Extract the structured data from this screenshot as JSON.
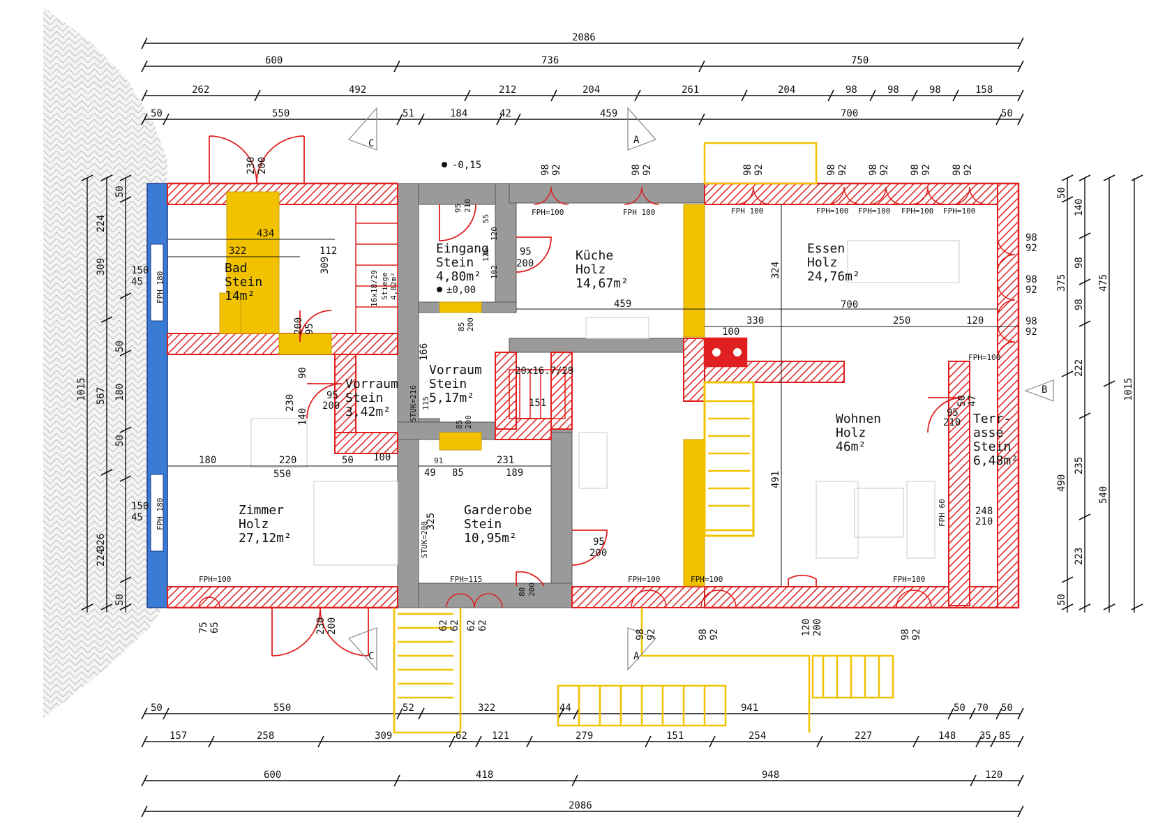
{
  "dimensions": {
    "top_total": "2086",
    "top_row1": [
      "600",
      "736",
      "750"
    ],
    "top_row2": [
      "262",
      "492",
      "212",
      "204",
      "261",
      "204",
      "98",
      "98",
      "98",
      "158"
    ],
    "top_row3": [
      "50",
      "550",
      "51",
      "184",
      "42",
      "459",
      "700",
      "50"
    ],
    "bottom_row1": [
      "50",
      "550",
      "52",
      "322",
      "44",
      "941",
      "50",
      "70",
      "50"
    ],
    "bottom_row2": [
      "157",
      "258",
      "309",
      "62",
      "121",
      "279",
      "151",
      "254",
      "227",
      "148",
      "35",
      "85"
    ],
    "bottom_row3": [
      "600",
      "418",
      "948",
      "120"
    ],
    "bottom_total": "2086",
    "left_outer": "1015",
    "left_mid": [
      "309",
      "567",
      "326"
    ],
    "left_inner": [
      "50",
      "224",
      "50",
      "180",
      "50",
      "224",
      "50"
    ],
    "right_outer": "1015",
    "right_mid": [
      "475",
      "540"
    ],
    "right_inner1": [
      "375",
      "490"
    ],
    "right_inner2": [
      "140",
      "98",
      "98",
      "222",
      "235",
      "223"
    ],
    "right_edge": [
      "50",
      "50"
    ]
  },
  "rooms": [
    {
      "name": "Bad",
      "floor": "Stein",
      "area": "14m²"
    },
    {
      "name": "Eingang",
      "floor": "Stein",
      "area": "4,80m²"
    },
    {
      "name": "Küche",
      "floor": "Holz",
      "area": "14,67m²"
    },
    {
      "name": "Essen",
      "floor": "Holz",
      "area": "24,76m²"
    },
    {
      "name": "Vorraum",
      "floor": "Stein",
      "area": "3,42m²"
    },
    {
      "name": "Vorraum",
      "floor": "Stein",
      "area": "5,17m²"
    },
    {
      "name": "Wohnen",
      "floor": "Holz",
      "area": "46m²"
    },
    {
      "name": "Terr-",
      "floor": "asse",
      "area": "Stein",
      "extra": "6,48m²"
    },
    {
      "name": "Zimmer",
      "floor": "Holz",
      "area": "27,12m²"
    },
    {
      "name": "Garderobe",
      "floor": "Stein",
      "area": "10,95m²"
    }
  ],
  "inner_dims": {
    "bad_434": "434",
    "bad_322": "322",
    "bad_112": "112",
    "bad_309": "309",
    "stiege": "16x18/29",
    "stiege2": "Stiege",
    "stiege3": "4,82m²",
    "kueche_459": "459",
    "essen_324": "324",
    "essen_700": "700",
    "row_330": "330",
    "row_250": "250",
    "row_120": "120",
    "row_100": "100",
    "wohnen_491": "491",
    "zimmer_180": "180",
    "zimmer_220": "220",
    "zimmer_50": "50",
    "zimmer_100": "100",
    "zimmer_550": "550",
    "gard_91": "91",
    "gard_231": "231",
    "gard_49": "49",
    "gard_85": "85",
    "gard_189": "189",
    "gard_325": "325",
    "vor_230": "230",
    "vor_140": "140",
    "vor_90": "90",
    "vor_166": "166",
    "vor_115": "115",
    "vor_151": "151",
    "stair2": "20x16.7/29",
    "terr_47": "47",
    "terr_50": "50",
    "wohn_248": "248",
    "wohn_210": "210"
  },
  "doors": {
    "d_230_200": [
      "230",
      "200"
    ],
    "d_95_210": [
      "95",
      "210"
    ],
    "d_95_200_k": [
      "95",
      "200"
    ],
    "d_55_120": [
      "55",
      "120"
    ],
    "d_125_102": [
      "125",
      "102"
    ],
    "d_85_200": [
      "85",
      "200"
    ],
    "d_95_200_v": [
      "95",
      "200"
    ],
    "d_200_95": [
      "200",
      "95"
    ],
    "d_85_200b": [
      "85",
      "200"
    ],
    "d_95_200_g": [
      "95",
      "200"
    ],
    "d_80_200": [
      "80",
      "200"
    ],
    "d_95_210_t": [
      "95",
      "210"
    ],
    "d_230_200b": [
      "230",
      "200"
    ],
    "d_120_200": [
      "120",
      "200"
    ]
  },
  "windows": {
    "w_98_92": [
      "98",
      "92"
    ],
    "w_75_65": [
      "75",
      "65"
    ],
    "w_62_62": [
      "62",
      "62"
    ],
    "w_150_45": [
      "150",
      "45"
    ]
  },
  "labels": {
    "fph100": "FPH=100",
    "fph100b": "FPH 100",
    "fph115": "FPH=115",
    "fph180": "FPH 180",
    "fph60": "FPH 60",
    "stuk216": "STUK=216",
    "stuk200": "STUK=200",
    "level_neg": "-0,15",
    "level_zero": "±0,00",
    "section_a": "A",
    "section_b": "B",
    "section_c": "C"
  },
  "colors": {
    "wall_red": "#e02020",
    "wall_grey": "#9a9a9a",
    "new_yellow": "#f2c200",
    "insulation_blue": "#3a7bd5",
    "dim_line": "#111111",
    "hatch_grey": "#bdbdbd"
  }
}
